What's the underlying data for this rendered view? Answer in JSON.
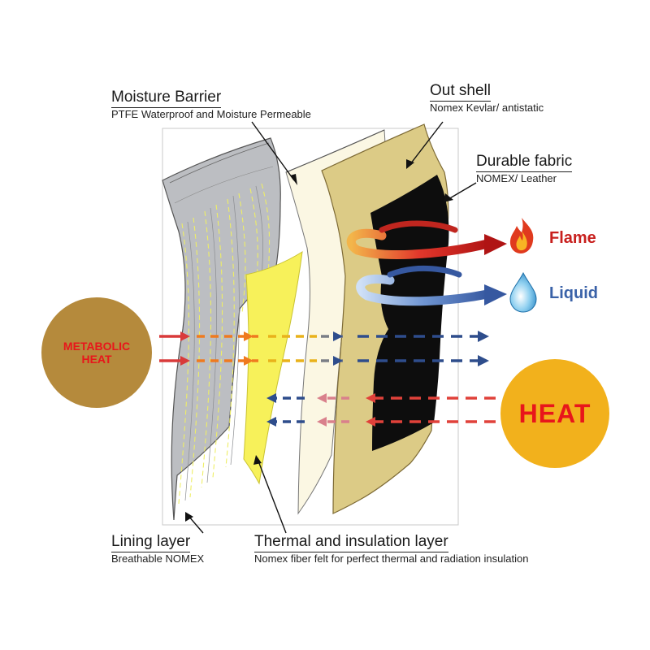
{
  "labels": {
    "moisture_barrier": {
      "title": "Moisture Barrier",
      "subtitle": "PTFE Waterproof and Moisture Permeable"
    },
    "out_shell": {
      "title": "Out shell",
      "subtitle": "Nomex  Kevlar/ antistatic"
    },
    "durable_fabric": {
      "title": "Durable fabric",
      "subtitle": "NOMEX/ Leather"
    },
    "lining_layer": {
      "title": "Lining layer",
      "subtitle": "Breathable NOMEX"
    },
    "thermal_layer": {
      "title": "Thermal and insulation layer",
      "subtitle": "Nomex fiber felt for perfect thermal and radiation insulation"
    }
  },
  "side_labels": {
    "flame": "Flame",
    "liquid": "Liquid"
  },
  "bubbles": {
    "metabolic": "METABOLIC HEAT",
    "heat": "HEAT"
  },
  "icons": {
    "flame": "flame-icon",
    "liquid": "water-drop-icon"
  },
  "colors": {
    "flame_text": "#c8201e",
    "liquid_text": "#3a62a8",
    "heat_bubble": "#f2b11c",
    "metabolic_bubble": "#b58a3c",
    "accent_red": "#e8161b",
    "arrow_red": "#d93a3a",
    "arrow_orange": "#ef7a1f",
    "arrow_yellow": "#e9b21b",
    "arrow_gray": "#7a7e86",
    "arrow_blue": "#2e4d8c",
    "arrow_pink": "#d9808c",
    "out_shell_fill": "#dccb86",
    "durable_fabric_fill": "#0d0d0d",
    "thermal_fill": "#fbf7e3",
    "moisture_fill": "#f7f15a",
    "lining_fill": "#b9bbbf"
  }
}
